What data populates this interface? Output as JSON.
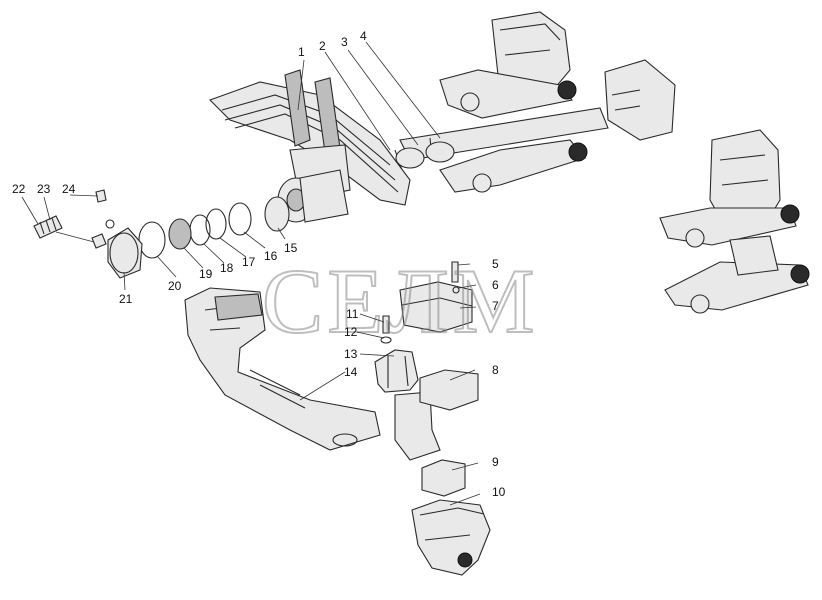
{
  "watermark": "СЕЛМ",
  "callouts": [
    {
      "id": "1",
      "label": "1"
    },
    {
      "id": "2",
      "label": "2"
    },
    {
      "id": "3",
      "label": "3"
    },
    {
      "id": "4",
      "label": "4"
    },
    {
      "id": "5",
      "label": "5"
    },
    {
      "id": "6",
      "label": "6"
    },
    {
      "id": "7",
      "label": "7"
    },
    {
      "id": "8",
      "label": "8"
    },
    {
      "id": "9",
      "label": "9"
    },
    {
      "id": "10",
      "label": "10"
    },
    {
      "id": "11",
      "label": "11"
    },
    {
      "id": "12",
      "label": "12"
    },
    {
      "id": "13",
      "label": "13"
    },
    {
      "id": "14",
      "label": "14"
    },
    {
      "id": "15",
      "label": "15"
    },
    {
      "id": "16",
      "label": "16"
    },
    {
      "id": "17",
      "label": "17"
    },
    {
      "id": "18",
      "label": "18"
    },
    {
      "id": "19",
      "label": "19"
    },
    {
      "id": "20",
      "label": "20"
    },
    {
      "id": "21",
      "label": "21"
    },
    {
      "id": "22",
      "label": "22"
    },
    {
      "id": "23",
      "label": "23"
    },
    {
      "id": "24",
      "label": "24"
    }
  ],
  "icons": {
    "leaf-spring": "leaf-spring-icon",
    "reaction-rod": "reaction-rod-icon",
    "balancer-axle": "balancer-axle-icon"
  }
}
